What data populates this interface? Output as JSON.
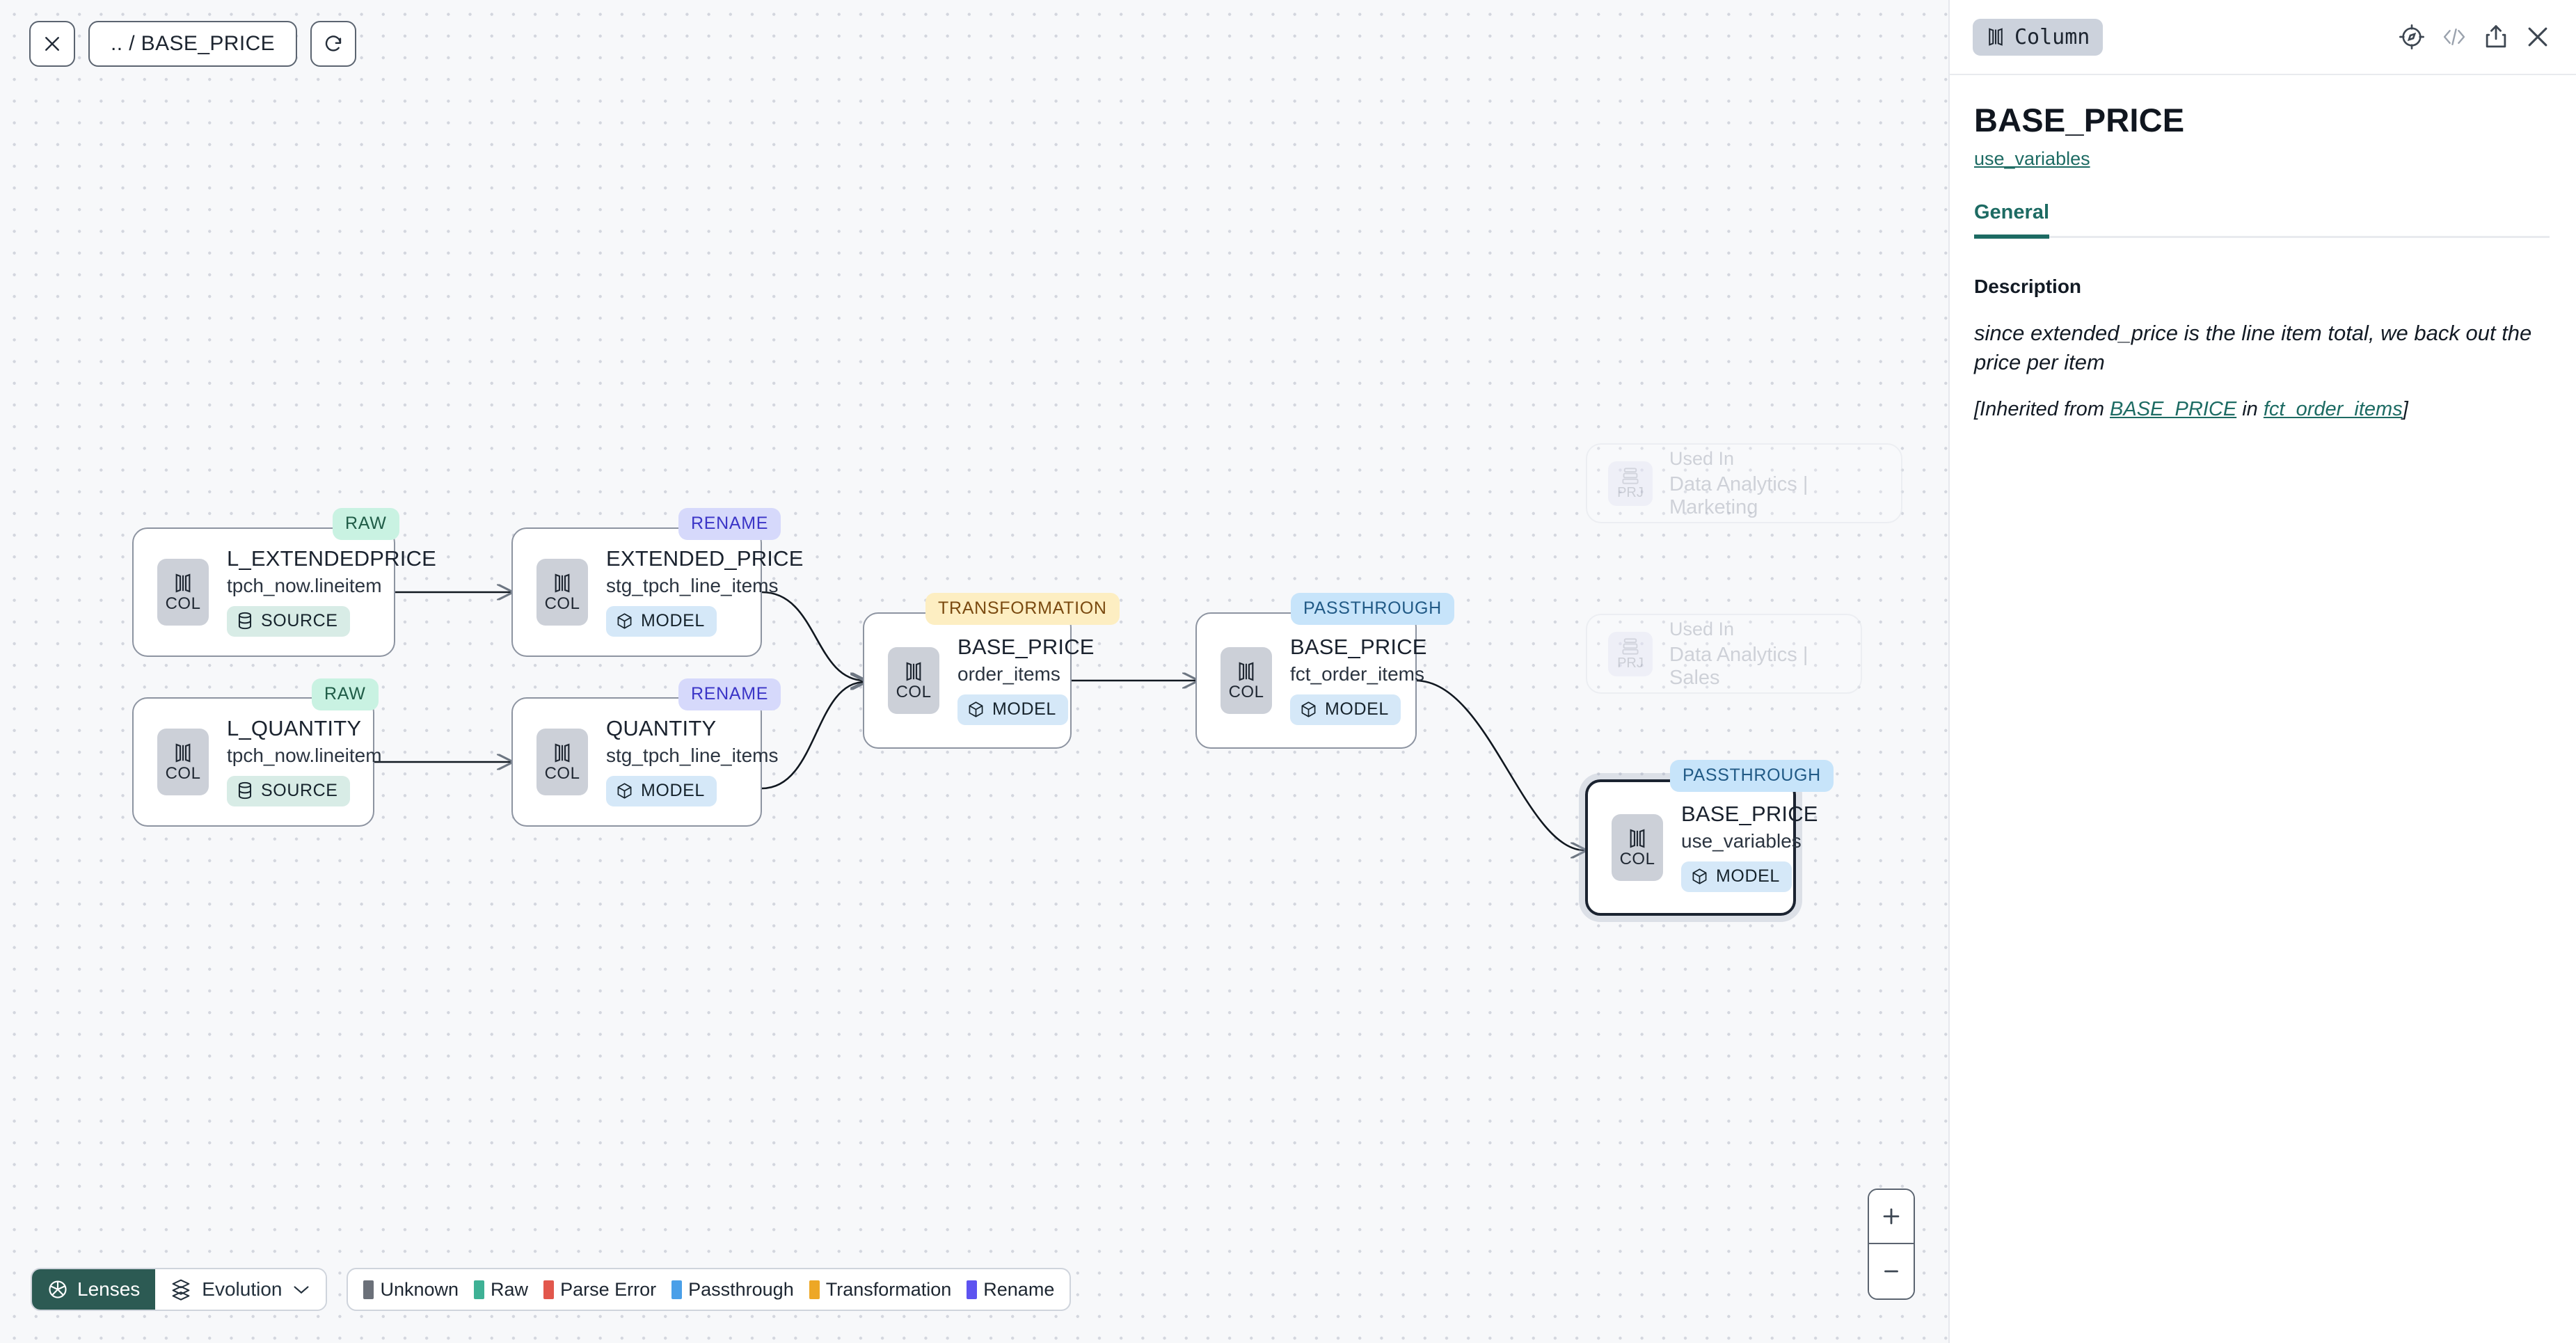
{
  "canvas": {
    "toolbar": {
      "close_label": "close-icon",
      "breadcrumb": ".. / BASE_PRICE",
      "refresh_label": "refresh-icon"
    },
    "nodes": [
      {
        "badge": "RAW",
        "badge_kind": "raw",
        "title": "L_EXTENDEDPRICE",
        "subtitle": "tpch_now.lineitem",
        "pill": "SOURCE",
        "pill_kind": "source",
        "chip": "COL"
      },
      {
        "badge": "RAW",
        "badge_kind": "raw",
        "title": "L_QUANTITY",
        "subtitle": "tpch_now.lineitem",
        "pill": "SOURCE",
        "pill_kind": "source",
        "chip": "COL"
      },
      {
        "badge": "RENAME",
        "badge_kind": "rename",
        "title": "EXTENDED_PRICE",
        "subtitle": "stg_tpch_line_items",
        "pill": "MODEL",
        "pill_kind": "model",
        "chip": "COL"
      },
      {
        "badge": "RENAME",
        "badge_kind": "rename",
        "title": "QUANTITY",
        "subtitle": "stg_tpch_line_items",
        "pill": "MODEL",
        "pill_kind": "model",
        "chip": "COL"
      },
      {
        "badge": "TRANSFORMATION",
        "badge_kind": "trans",
        "title": "BASE_PRICE",
        "subtitle": "order_items",
        "pill": "MODEL",
        "pill_kind": "model",
        "chip": "COL"
      },
      {
        "badge": "PASSTHROUGH",
        "badge_kind": "pass",
        "title": "BASE_PRICE",
        "subtitle": "fct_order_items",
        "pill": "MODEL",
        "pill_kind": "model",
        "chip": "COL"
      },
      {
        "badge": "PASSTHROUGH",
        "badge_kind": "pass",
        "title": "BASE_PRICE",
        "subtitle": "use_variables",
        "pill": "MODEL",
        "pill_kind": "model",
        "chip": "COL",
        "selected": true
      }
    ],
    "used_in": [
      {
        "chip": "PRJ",
        "line1": "Used In",
        "line2": "Data Analytics | Marketing"
      },
      {
        "chip": "PRJ",
        "line1": "Used In",
        "line2": "Data Analytics | Sales"
      }
    ],
    "zoom_controls": {
      "in_label": "+",
      "out_label": "−"
    },
    "bottombar": {
      "lenses_label": "Lenses",
      "evolution_label": "Evolution",
      "legend": [
        {
          "label": "Unknown",
          "color": "#6b7079"
        },
        {
          "label": "Raw",
          "color": "#3eb195"
        },
        {
          "label": "Parse Error",
          "color": "#e2574c"
        },
        {
          "label": "Passthrough",
          "color": "#4a9fe8"
        },
        {
          "label": "Transformation",
          "color": "#eda726"
        },
        {
          "label": "Rename",
          "color": "#5d53f0"
        }
      ]
    }
  },
  "panel": {
    "type_chip": "Column",
    "icons": [
      "compass-icon",
      "code-icon",
      "share-icon",
      "close-icon"
    ],
    "title": "BASE_PRICE",
    "subtitle_link": "use_variables",
    "tabs": [
      {
        "label": "General",
        "active": true
      }
    ],
    "section_label": "Description",
    "description": "since extended_price is the line item total, we back out the price per item",
    "inherited": {
      "prefix": "[Inherited from ",
      "link1": "BASE_PRICE",
      "middle": " in ",
      "link2": "fct_order_items",
      "suffix": "]"
    }
  }
}
